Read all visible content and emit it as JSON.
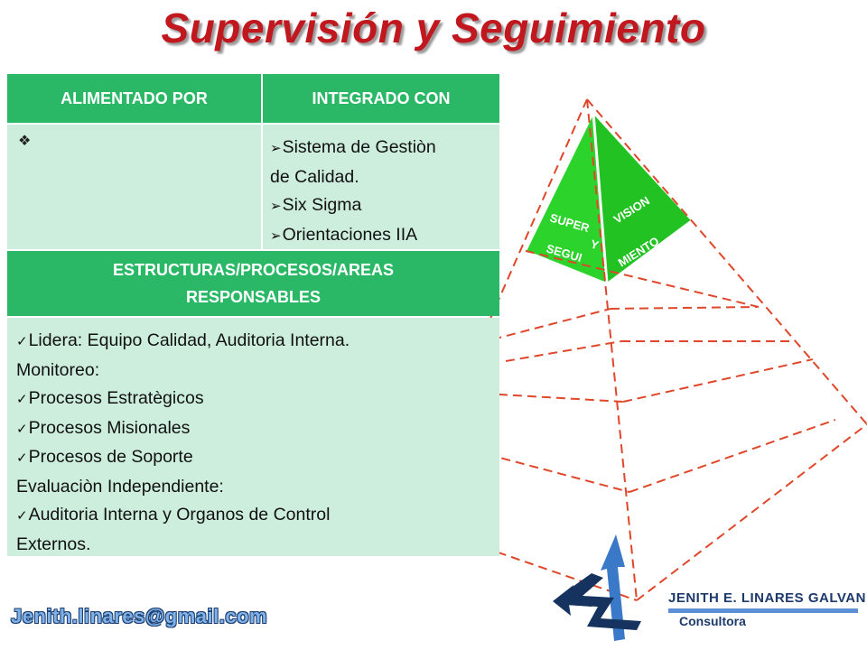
{
  "title": "Supervisión y Seguimiento",
  "table": {
    "col_headers": [
      "ALIMENTADO POR",
      "INTEGRADO CON"
    ],
    "alimentado_bullet": "❖",
    "integrado_items": [
      "Sistema de Gestiòn",
      "de Calidad.",
      "Six Sigma",
      "Orientaciones IIA"
    ],
    "section_header_line1": "ESTRUCTURAS/PROCESOS/AREAS",
    "section_header_line2": "RESPONSABLES",
    "responsables": {
      "lidera": "Lidera:  Equipo Calidad, Auditoria Interna.",
      "monitoreo_label": "Monitoreo:",
      "procesos": [
        "Procesos Estratègicos",
        "Procesos Misionales",
        "Procesos de Soporte"
      ],
      "evaluacion_label": "Evaluaciòn Independiente:",
      "auditoria_line1": "Auditoria Interna y Organos de Control",
      "auditoria_line2": "Externos."
    }
  },
  "pyramid": {
    "label_left_1": "SUPER",
    "label_left_2": "Y",
    "label_left_3": "SEGUI",
    "label_right_1": "VISION",
    "label_right_2": "MIENTO",
    "top_color": "#2bd32b",
    "line_color": "#e0472a"
  },
  "footer": {
    "email": "Jenith.linares@gmail.com",
    "logo_name": "JENITH E. LINARES GALVAN",
    "logo_subtitle": "Consultora"
  },
  "colors": {
    "title": "#c0181e",
    "header_green": "#2ab866",
    "cell_green": "#cdeedc"
  }
}
